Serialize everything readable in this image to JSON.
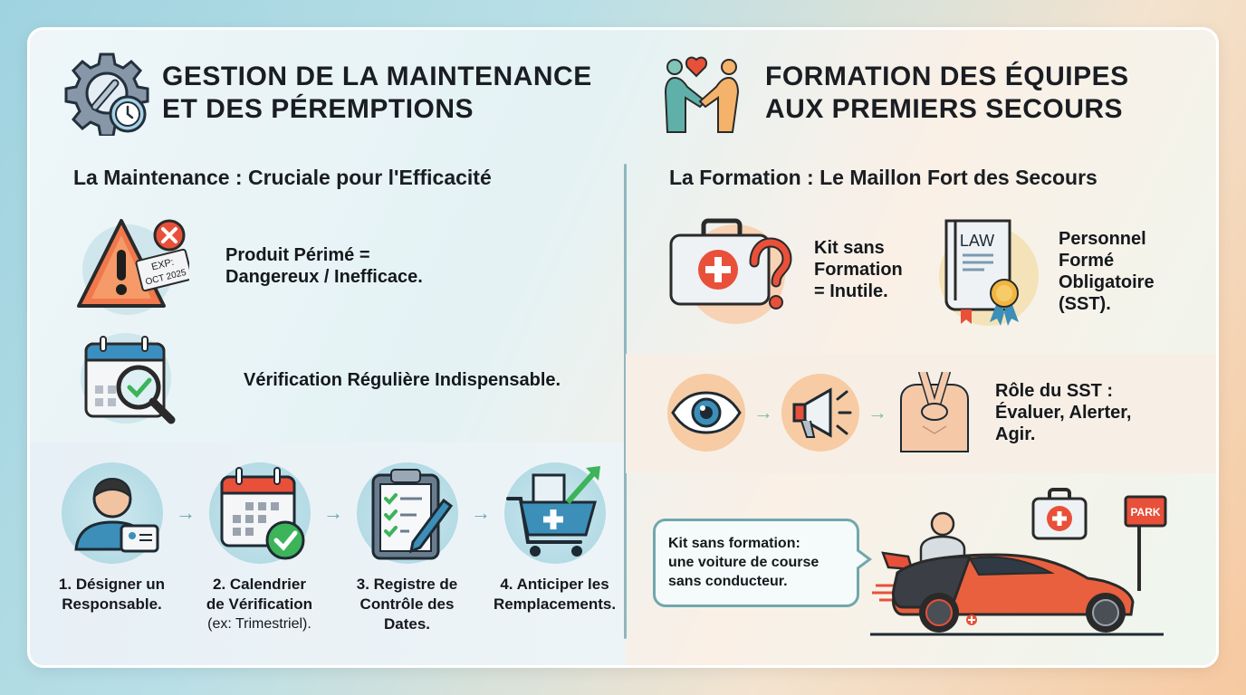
{
  "left": {
    "title_line1": "GESTION DE LA MAINTENANCE",
    "title_line2": "ET DES PÉREMPTIONS",
    "header_icon": "gear-wrench-clock-icon",
    "subtitle": "La Maintenance : Cruciale pour l'Efficacité",
    "points": [
      {
        "icon": "warning-expired-icon",
        "line1": "Produit Périmé =",
        "line2": "Dangereux / Inefficace.",
        "badge_line1": "EXP:",
        "badge_line2": "OCT 2025"
      },
      {
        "icon": "calendar-magnifier-check-icon",
        "line1": "Vérification Régulière Indispensable."
      }
    ],
    "steps": [
      {
        "icon": "person-badge-icon",
        "line1": "1. Désigner un",
        "line2": "Responsable."
      },
      {
        "icon": "calendar-check-icon",
        "line1": "2. Calendrier",
        "line2": "de Vérification",
        "line3": "(ex: Trimestriel)."
      },
      {
        "icon": "clipboard-pencil-icon",
        "line1": "3. Registre de",
        "line2": "Contrôle des",
        "line3": "Dates."
      },
      {
        "icon": "cart-box-arrow-icon",
        "line1": "4. Anticiper les",
        "line2": "Remplacements."
      }
    ],
    "step_arrow": "→"
  },
  "right": {
    "title_line1": "FORMATION DES ÉQUIPES",
    "title_line2": "AUX PREMIERS SECOURS",
    "header_icon": "handshake-heart-icon",
    "subtitle": "La Formation : Le Maillon Fort des Secours",
    "points": [
      {
        "icon": "first-aid-kit-question-icon",
        "line1": "Kit sans",
        "line2": "Formation",
        "line3": "= Inutile."
      },
      {
        "icon": "law-book-ribbon-icon",
        "book_label": "LAW",
        "line1": "Personnel",
        "line2": "Formé",
        "line3": "Obligatoire",
        "line4": "(SST)."
      }
    ],
    "sst_role": {
      "icons": [
        "eye-icon",
        "megaphone-icon",
        "cpr-hands-icon"
      ],
      "line1": "Rôle du SST :",
      "line2": "Évaluer, Alerter,",
      "line3": "Agir."
    },
    "bubble": {
      "line1": "Kit sans formation:",
      "line2": "une voiture de course",
      "line3": "sans conducteur."
    },
    "park_sign": "PARK"
  },
  "colors": {
    "accent_teal": "#6fa8ad",
    "danger_red": "#e8503a",
    "check_green": "#3db35a",
    "calendar_blue": "#3a8fc0",
    "peach": "#f6c9a0"
  }
}
